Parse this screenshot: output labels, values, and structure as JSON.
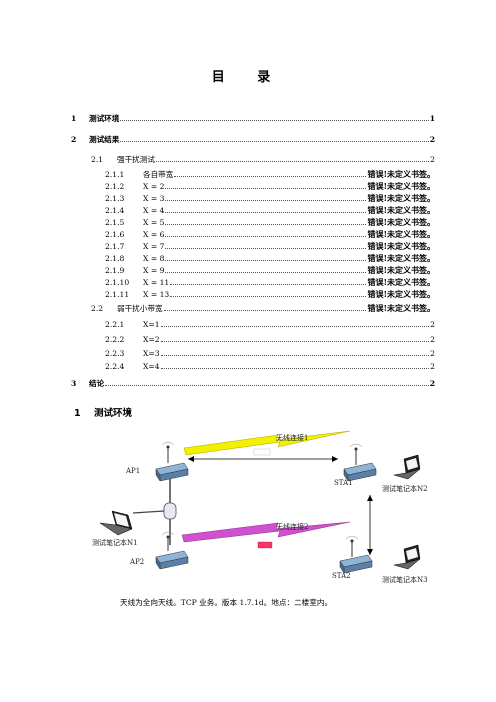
{
  "page_title": "目  录",
  "toc": [
    {
      "num": "1",
      "title": "测试环境",
      "page": "1",
      "level": 1
    },
    {
      "num": "2",
      "title": "测试结果",
      "page": "2",
      "level": 1
    },
    {
      "num": "2.1",
      "title": "强干扰测试",
      "page": "2",
      "level": 2
    },
    {
      "num": "2.1.1",
      "title": "各自带宽",
      "page": "错误!未定义书签。",
      "level": 3
    },
    {
      "num": "2.1.2",
      "title": "X = 2",
      "page": "错误!未定义书签。",
      "level": 3
    },
    {
      "num": "2.1.3",
      "title": "X = 3",
      "page": "错误!未定义书签。",
      "level": 3
    },
    {
      "num": "2.1.4",
      "title": "X = 4",
      "page": "错误!未定义书签。",
      "level": 3
    },
    {
      "num": "2.1.5",
      "title": "X = 5",
      "page": "错误!未定义书签。",
      "level": 3
    },
    {
      "num": "2.1.6",
      "title": "X = 6",
      "page": "错误!未定义书签。",
      "level": 3
    },
    {
      "num": "2.1.7",
      "title": "X = 7",
      "page": "错误!未定义书签。",
      "level": 3
    },
    {
      "num": "2.1.8",
      "title": "X = 8",
      "page": "错误!未定义书签。",
      "level": 3
    },
    {
      "num": "2.1.9",
      "title": "X = 9",
      "page": "错误!未定义书签。",
      "level": 3
    },
    {
      "num": "2.1.10",
      "title": "X = 11",
      "page": "错误!未定义书签。",
      "level": 3
    },
    {
      "num": "2.1.11",
      "title": "X = 13",
      "page": "错误!未定义书签。",
      "level": 3
    },
    {
      "num": "2.2",
      "title": "弱干扰小带宽",
      "page": "错误!未定义书签。",
      "level": 2
    },
    {
      "num": "2.2.1",
      "title": "X=1",
      "page": "2",
      "level": 3
    },
    {
      "num": "2.2.2",
      "title": "X=2",
      "page": "2",
      "level": 3
    },
    {
      "num": "2.2.3",
      "title": "X=3",
      "page": "2",
      "level": 3
    },
    {
      "num": "2.2.4",
      "title": "X=4",
      "page": "2",
      "level": 3
    },
    {
      "num": "3",
      "title": "结论",
      "page": "2",
      "level": 1
    }
  ],
  "section": {
    "num": "1",
    "title": "测试环境"
  },
  "diagram": {
    "link1": "无线连接1",
    "link2": "无线连接2",
    "ap1": "AP1",
    "ap2": "AP2",
    "sta1": "STA1",
    "sta2": "STA2",
    "n1": "测试笔记本N1",
    "n2": "测试笔记本N2",
    "n3": "测试笔记本N3",
    "link1_color": "#e8e800",
    "link2_color": "#d040d0"
  },
  "caption": "天线为全向天线。TCP 业务。版本 1.7.1d。地点：二楼室内。"
}
